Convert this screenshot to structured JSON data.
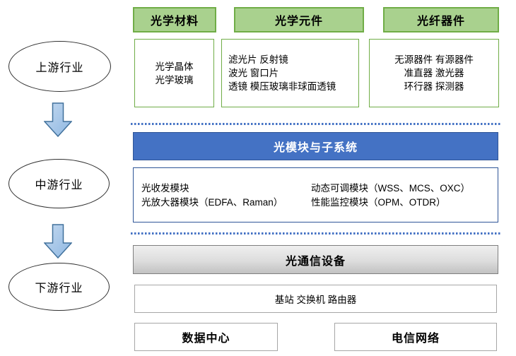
{
  "colors": {
    "green_fill": "#a9d18e",
    "green_border": "#70ad47",
    "blue_fill": "#4472c4",
    "blue_border": "#2f5597",
    "dotted_line": "#4472c4",
    "arrow_fill_light": "#c3d8ef",
    "arrow_fill_dark": "#8fb8e2",
    "arrow_border": "#41719c",
    "gray_bar_border": "#7f7f7f",
    "plain_border": "#a6a6a6"
  },
  "stages": [
    {
      "label": "上游行业"
    },
    {
      "label": "中游行业"
    },
    {
      "label": "下游行业"
    }
  ],
  "upstream": {
    "columns": [
      {
        "header": "光学材料",
        "lines": [
          "光学晶体",
          "光学玻璃"
        ]
      },
      {
        "header": "光学元件",
        "lines": [
          "滤光片 反射镜",
          "波光 窗口片",
          "透镜 模压玻璃非球面透镜"
        ]
      },
      {
        "header": "光纤器件",
        "lines": [
          "无源器件 有源器件",
          "准直器 激光器",
          "环行器 探测器"
        ]
      }
    ]
  },
  "midstream": {
    "header": "光模块与子系统",
    "left_lines": [
      "光收发模块",
      "光放大器模块（EDFA、Raman）"
    ],
    "right_lines": [
      "动态可调模块（WSS、MCS、OXC）",
      "性能监控模块（OPM、OTDR）"
    ]
  },
  "downstream": {
    "header": "光通信设备",
    "devices": "基站 交换机 路由器",
    "applications": [
      "数据中心",
      "电信网络"
    ]
  }
}
